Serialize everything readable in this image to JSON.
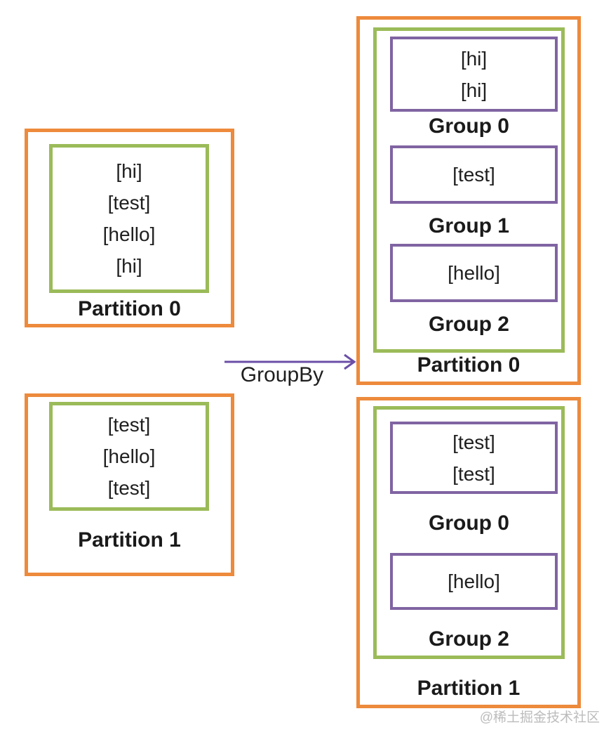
{
  "diagram": {
    "operation_label": "GroupBy",
    "left_partitions": [
      {
        "label": "Partition 0",
        "items": [
          "[hi]",
          "[test]",
          "[hello]",
          "[hi]"
        ]
      },
      {
        "label": "Partition 1",
        "items": [
          "[test]",
          "[hello]",
          "[test]"
        ]
      }
    ],
    "right_partitions": [
      {
        "label": "Partition 0",
        "groups": [
          {
            "label": "Group 0",
            "items": [
              "[hi]",
              "[hi]"
            ]
          },
          {
            "label": "Group 1",
            "items": [
              "[test]"
            ]
          },
          {
            "label": "Group 2",
            "items": [
              "[hello]"
            ]
          }
        ]
      },
      {
        "label": "Partition 1",
        "groups": [
          {
            "label": "Group 0",
            "items": [
              "[test]",
              "[test]"
            ]
          },
          {
            "label": "Group 2",
            "items": [
              "[hello]"
            ]
          }
        ]
      }
    ],
    "watermark": "@稀土掘金技术社区",
    "colors": {
      "partition_border": "#ED8A3C",
      "inner_border": "#9BBB59",
      "group_border": "#8064A2",
      "arrow": "#6B4FA8"
    }
  }
}
